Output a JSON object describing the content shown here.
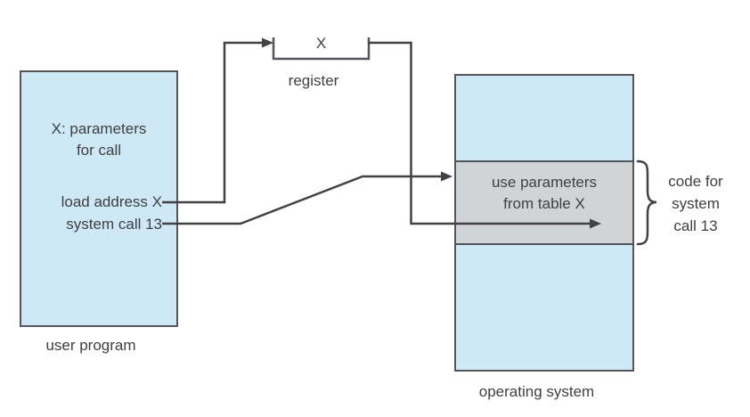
{
  "figure": {
    "user_program_box": {
      "param_label_line1": "X: parameters",
      "param_label_line2": "for call",
      "code_line1": "load address X",
      "code_line2": "system call 13",
      "caption": "user program"
    },
    "register_box": {
      "value": "X",
      "caption": "register"
    },
    "os_box": {
      "table_text_line1": "use parameters",
      "table_text_line2": "from table X",
      "caption": "operating system"
    },
    "brace_label": {
      "line1": "code for",
      "line2": "system",
      "line3": "call 13"
    },
    "colors": {
      "background": "#ffffff",
      "box_fill": "#cfe8f6",
      "table_fill": "#d2d3d5",
      "outline": "#54555a",
      "connector": "#414246",
      "text": "#3f4043"
    }
  }
}
